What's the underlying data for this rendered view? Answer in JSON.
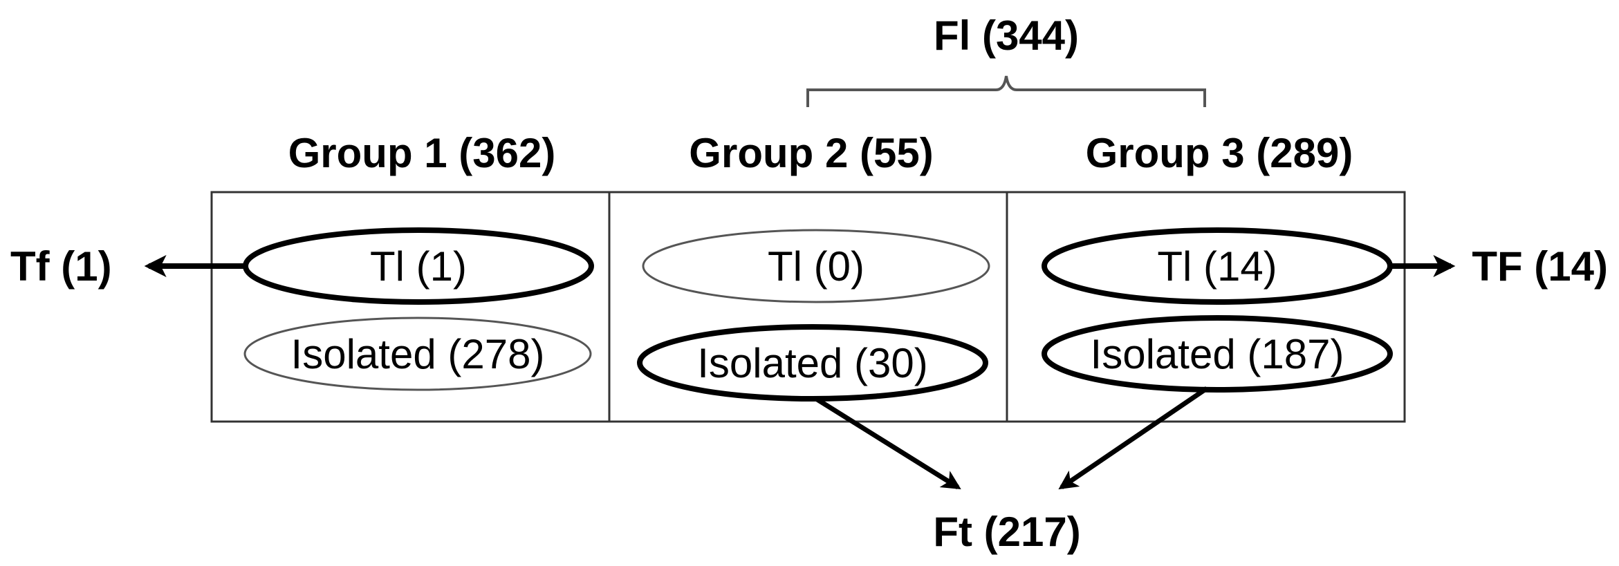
{
  "fl_label": "Fl (344)",
  "groups": [
    {
      "title": "Group 1 (362)",
      "tl": "Tl (1)",
      "isolated": "Isolated (278)"
    },
    {
      "title": "Group 2 (55)",
      "tl": "Tl (0)",
      "isolated": "Isolated (30)"
    },
    {
      "title": "Group 3 (289)",
      "tl": "Tl (14)",
      "isolated": "Isolated (187)"
    }
  ],
  "outputs": {
    "left": "Tf (1)",
    "right": "TF (14)",
    "bottom": "Ft (217)"
  },
  "colors": {
    "stroke": "#000000",
    "thin_stroke": "#555555"
  }
}
